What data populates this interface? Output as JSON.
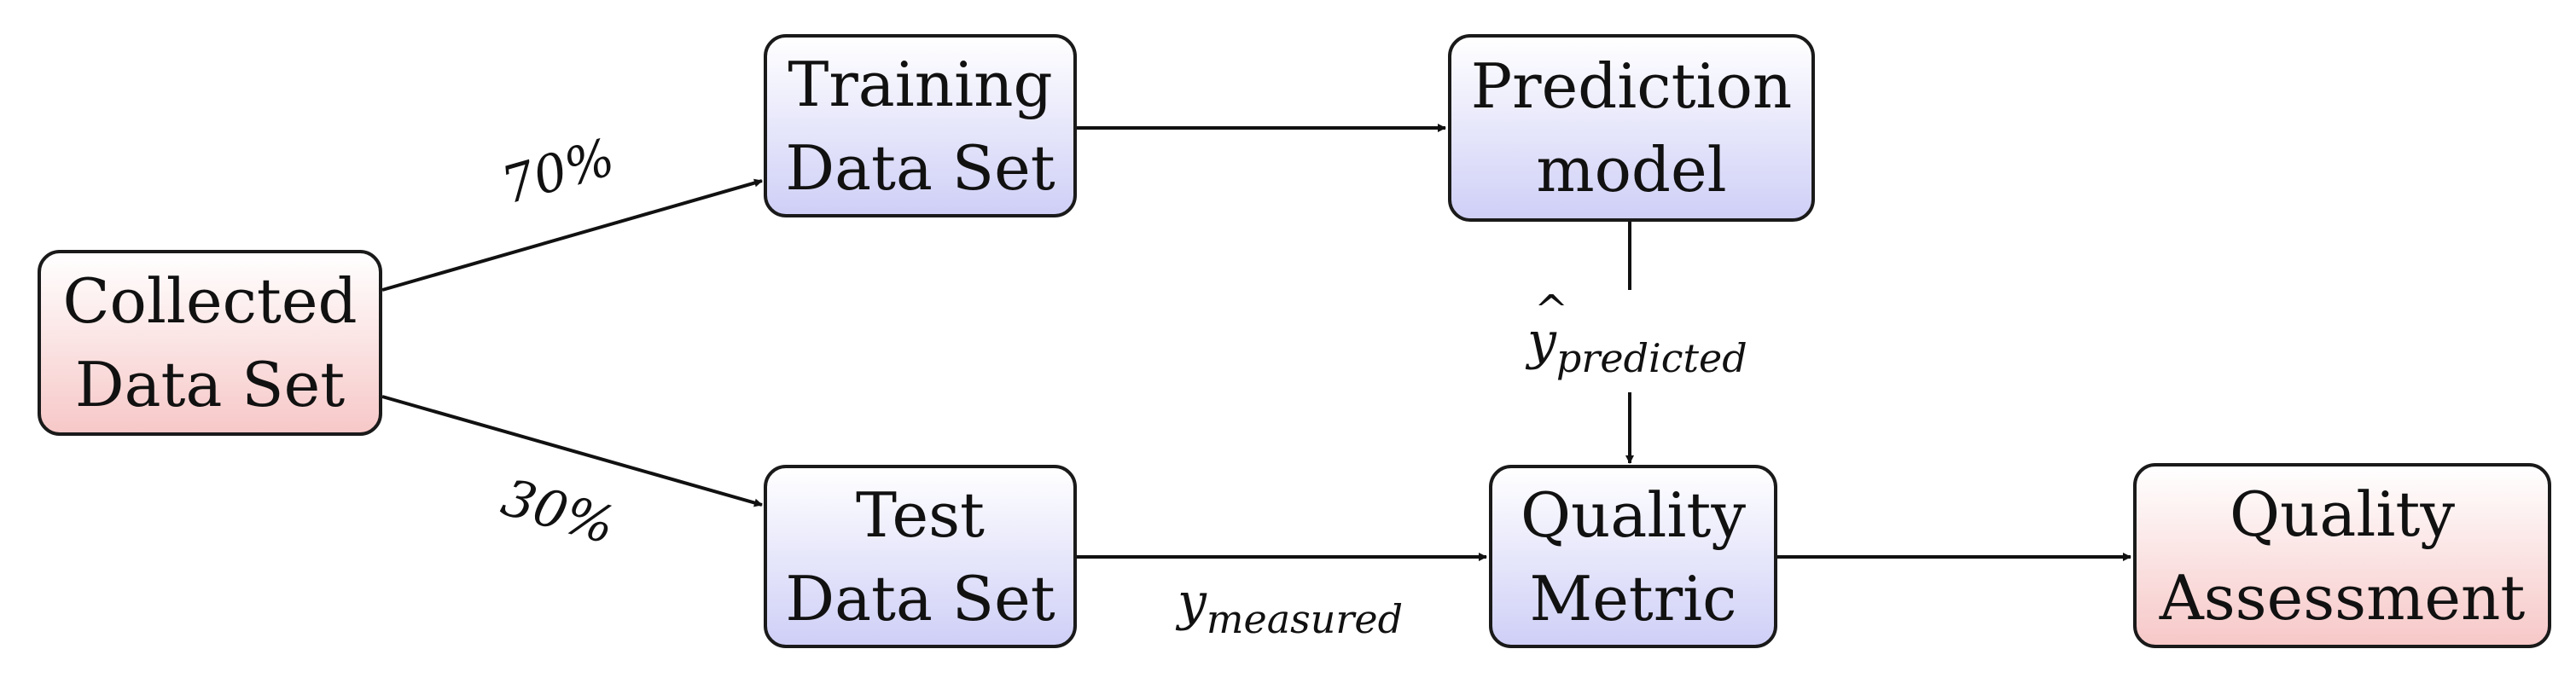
{
  "nodes": {
    "collected": {
      "line1": "Collected",
      "line2": "Data Set"
    },
    "training": {
      "line1": "Training",
      "line2": "Data Set"
    },
    "prediction": {
      "line1": "Prediction",
      "line2": "model"
    },
    "test": {
      "line1": "Test",
      "line2": "Data Set"
    },
    "quality_metric": {
      "line1": "Quality",
      "line2": "Metric"
    },
    "quality_assessment": {
      "line1": "Quality",
      "line2": "Assessment"
    }
  },
  "edges": {
    "to_training": "70%",
    "to_test": "30%",
    "predicted": {
      "symbol": "y",
      "subscript": "predicted"
    },
    "measured": {
      "symbol": "y",
      "subscript": "measured"
    }
  },
  "colors": {
    "red_fill": "#f7c8c8",
    "blue_fill": "#cfcff7",
    "stroke": "#1a1a1a"
  }
}
